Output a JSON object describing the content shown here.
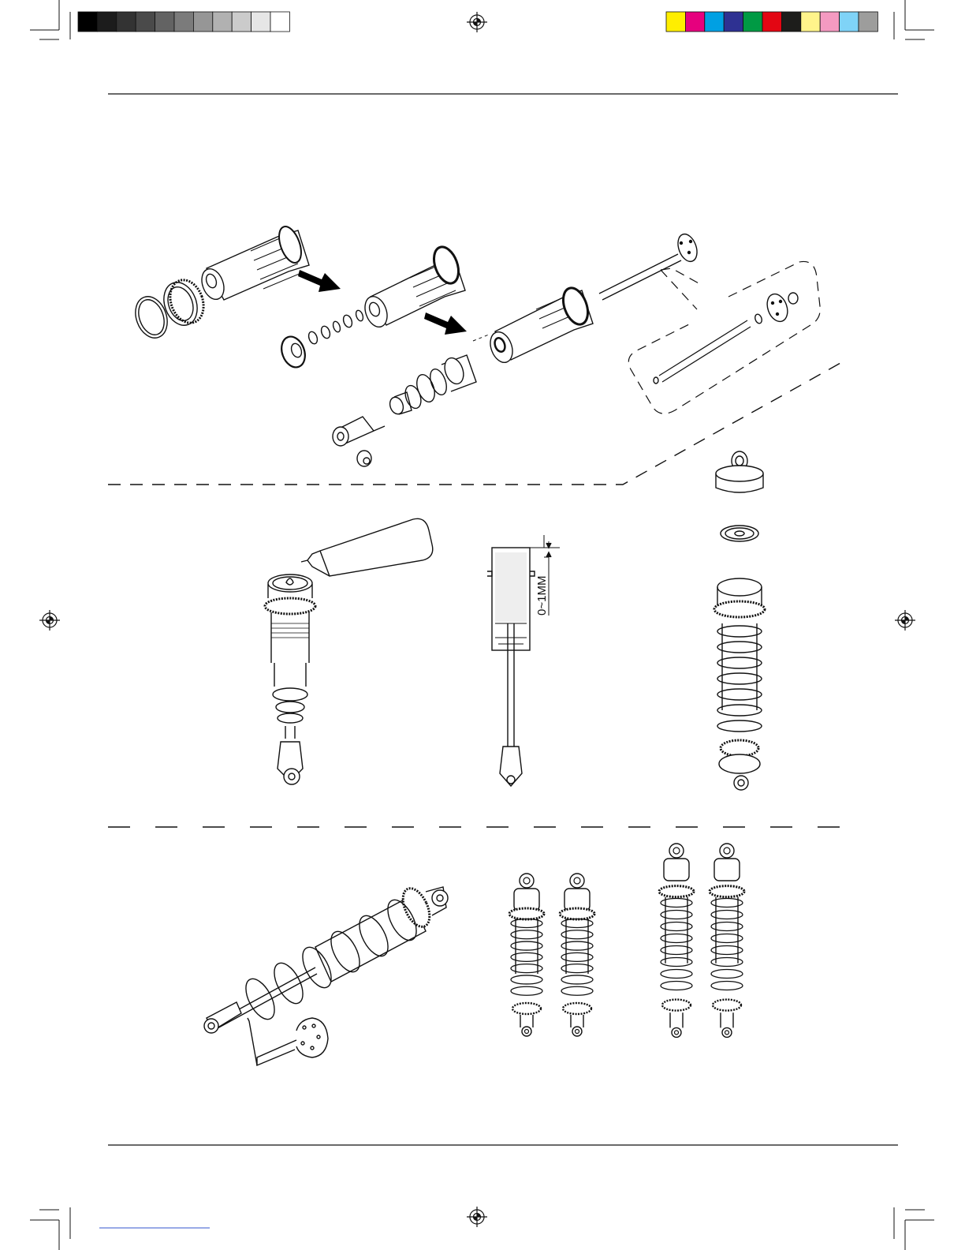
{
  "page": {
    "title": "",
    "background": "#ffffff",
    "line_color": "#111111"
  },
  "registration": {
    "gray_swatches": [
      "#000000",
      "#1c1c1c",
      "#333333",
      "#4a4a4a",
      "#636363",
      "#7b7b7b",
      "#969696",
      "#b1b1b1",
      "#cbcbcb",
      "#e6e6e6",
      "#ffffff"
    ],
    "color_swatches": [
      "#ffee00",
      "#e6007e",
      "#00a0e3",
      "#2e3192",
      "#009a44",
      "#e30613",
      "#1d1d1b",
      "#fff48b",
      "#f49ac1",
      "#7fd3f7",
      "#9d9d9c"
    ],
    "crosshair_icon": "registration-crosshair-icon"
  },
  "steps": {
    "step1": {
      "description_icon": "shock-assembly-exploded-view"
    },
    "step2": {
      "oil_icon": "oil-bottle-icon",
      "dimension_label": "0~1MM"
    },
    "step3": {
      "description_icon": "shock-spring-collar-adjust"
    }
  },
  "arrows": {
    "color": "#000000",
    "icon": "direction-arrow-icon"
  }
}
